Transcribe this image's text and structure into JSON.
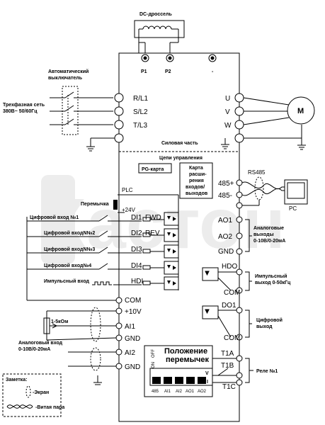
{
  "title_choke": "DC-дроссель",
  "terminals_dc": {
    "p1": "P1",
    "p2": "P2",
    "minus": "-"
  },
  "breaker_label": [
    "Автоматический",
    "выключатель"
  ],
  "supply_label": [
    "Трехфазная сеть",
    "380В~ 50/60Гц"
  ],
  "power_in": [
    "R/L1",
    "S/L2",
    "T/L3"
  ],
  "power_out": [
    "U",
    "V",
    "W"
  ],
  "motor": "M",
  "power_section": "Силовая часть",
  "control_section": "Цепи управления",
  "pg_card": "PG-карта",
  "expansion_card": [
    "Карта",
    "расши-",
    "рения",
    "входов/",
    "выходов"
  ],
  "plc": "PLC",
  "jumper": "Перемычка",
  "plus24": "+24V",
  "inputs": [
    {
      "label": "Цифровой вход №1",
      "term": "DI1",
      "func": "FWD"
    },
    {
      "label": "Цифровой входN№2",
      "term": "DI2",
      "func": "REV"
    },
    {
      "label": "Цифровой входN№3",
      "term": "DI3",
      "func": ""
    },
    {
      "label": "Цифровой вход№4",
      "term": "DI4",
      "func": ""
    },
    {
      "label": "Импульсный вход",
      "term": "HDI",
      "func": ""
    }
  ],
  "com": "COM",
  "plus10": "+10V",
  "ai1": "AI1",
  "gnd": "GND",
  "ai2": "AI2",
  "pot": "1-5кОм",
  "analog_in": [
    "Аналоговый вход",
    "0-10В/0-20мА"
  ],
  "note_title": "Заметка:",
  "note_shield": "-Экран",
  "note_twisted": "-Витая пара",
  "rs485": "RS485",
  "rs485_plus": "485+",
  "rs485_minus": "485-",
  "pc": "PC",
  "ao1": "AO1",
  "ao2": "AO2",
  "analog_out": [
    "Аналоговые",
    "выходы",
    "0-10В/0-20мА"
  ],
  "hdo": "HDO",
  "pulse_out": [
    "Импульсный",
    "выход 0-50кГц"
  ],
  "do1": "DO1",
  "digital_out": [
    "Цифровой",
    "выход"
  ],
  "t1a": "T1A",
  "t1b": "T1B",
  "t1c": "T1C",
  "relay": "Реле №1",
  "switch_title": [
    "Положение",
    "перемычек"
  ],
  "switch_on_off": [
    "ON",
    "OFF"
  ],
  "switch_vi": [
    "V",
    "I"
  ],
  "switch_labels": [
    "485",
    "AI1",
    "AI2",
    "AO1",
    "AO2"
  ],
  "watermark": "Кастон"
}
